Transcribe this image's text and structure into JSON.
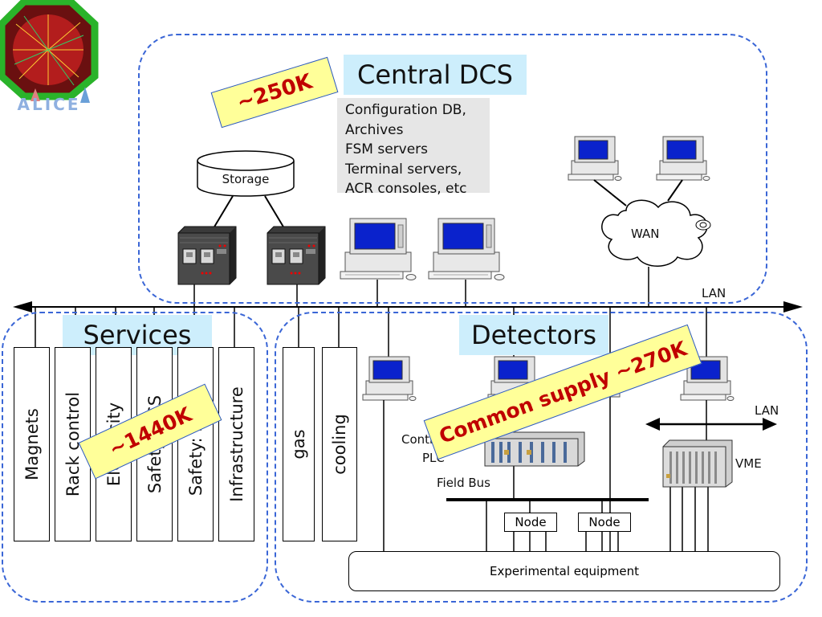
{
  "logo": {
    "text": "ALICE"
  },
  "central": {
    "title": "Central DCS",
    "count": "~250K",
    "storage": "Storage",
    "items": [
      "Configuration DB,",
      "Archives",
      "FSM servers",
      "Terminal servers,",
      "ACR consoles, etc"
    ],
    "wan": "WAN",
    "lan": "LAN"
  },
  "services": {
    "title": "Services",
    "count": "~1440K",
    "boxes": [
      "Magnets",
      "Rack control",
      "Electricity",
      "Safety: DSS",
      "Safety: DCM",
      "Infrastructure"
    ]
  },
  "detectors": {
    "title": "Detectors",
    "count": "Common supply ~270K",
    "boxes": [
      "gas",
      "cooling"
    ],
    "controller": "Controller/",
    "plc": "PLC",
    "fieldbus": "Field Bus",
    "nodes": [
      "Node",
      "Node"
    ],
    "lan": "LAN",
    "vme": "VME",
    "equipment": "Experimental equipment"
  }
}
